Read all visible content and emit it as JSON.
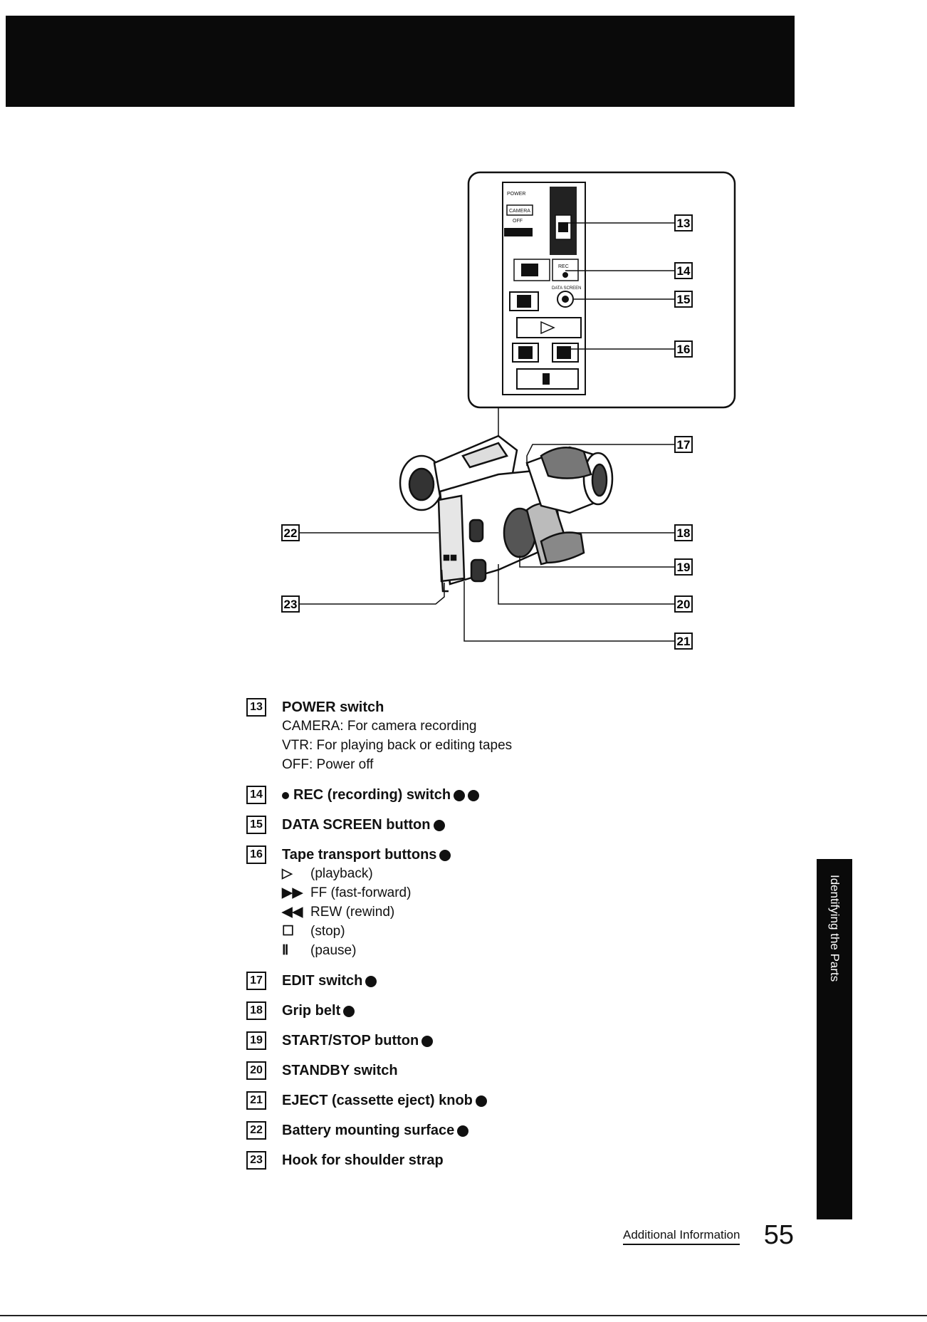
{
  "page": {
    "section_tab": "Identifying the Parts",
    "footer_label": "Additional Information",
    "page_number": "55"
  },
  "callouts": {
    "c13": "13",
    "c14": "14",
    "c15": "15",
    "c16": "16",
    "c17": "17",
    "c18": "18",
    "c19": "19",
    "c20": "20",
    "c21": "21",
    "c22": "22",
    "c23": "23"
  },
  "panel_labels": {
    "power": "POWER",
    "camera": "CAMERA",
    "off": "OFF",
    "rec": "REC",
    "data_screen": "DATA SCREEN"
  },
  "parts": [
    {
      "num": "13",
      "title": "POWER switch",
      "dots": 0,
      "lines": [
        "CAMERA: For camera recording",
        "VTR: For playing back or editing tapes",
        "OFF: Power off"
      ]
    },
    {
      "num": "14",
      "title": "REC (recording) switch",
      "lead_dot": true,
      "dots": 2,
      "lines": []
    },
    {
      "num": "15",
      "title": "DATA SCREEN button",
      "dots": 1,
      "lines": []
    },
    {
      "num": "16",
      "title": "Tape transport buttons",
      "dots": 1,
      "items": [
        {
          "sym": "▷",
          "text": "(playback)"
        },
        {
          "sym": "▶▶",
          "text": "FF (fast-forward)"
        },
        {
          "sym": "◀◀",
          "text": "REW (rewind)"
        },
        {
          "sym": "☐",
          "text": "(stop)"
        },
        {
          "sym": "Ⅱ",
          "text": "(pause)"
        }
      ]
    },
    {
      "num": "17",
      "title": "EDIT switch",
      "dots": 1,
      "lines": []
    },
    {
      "num": "18",
      "title": "Grip belt",
      "dots": 1,
      "lines": []
    },
    {
      "num": "19",
      "title": "START/STOP button",
      "dots": 1,
      "lines": []
    },
    {
      "num": "20",
      "title": "STANDBY switch",
      "dots": 0,
      "lines": []
    },
    {
      "num": "21",
      "title": "EJECT (cassette eject) knob",
      "dots": 1,
      "lines": []
    },
    {
      "num": "22",
      "title": "Battery mounting surface",
      "dots": 1,
      "lines": []
    },
    {
      "num": "23",
      "title": "Hook for shoulder strap",
      "dots": 0,
      "lines": []
    }
  ]
}
